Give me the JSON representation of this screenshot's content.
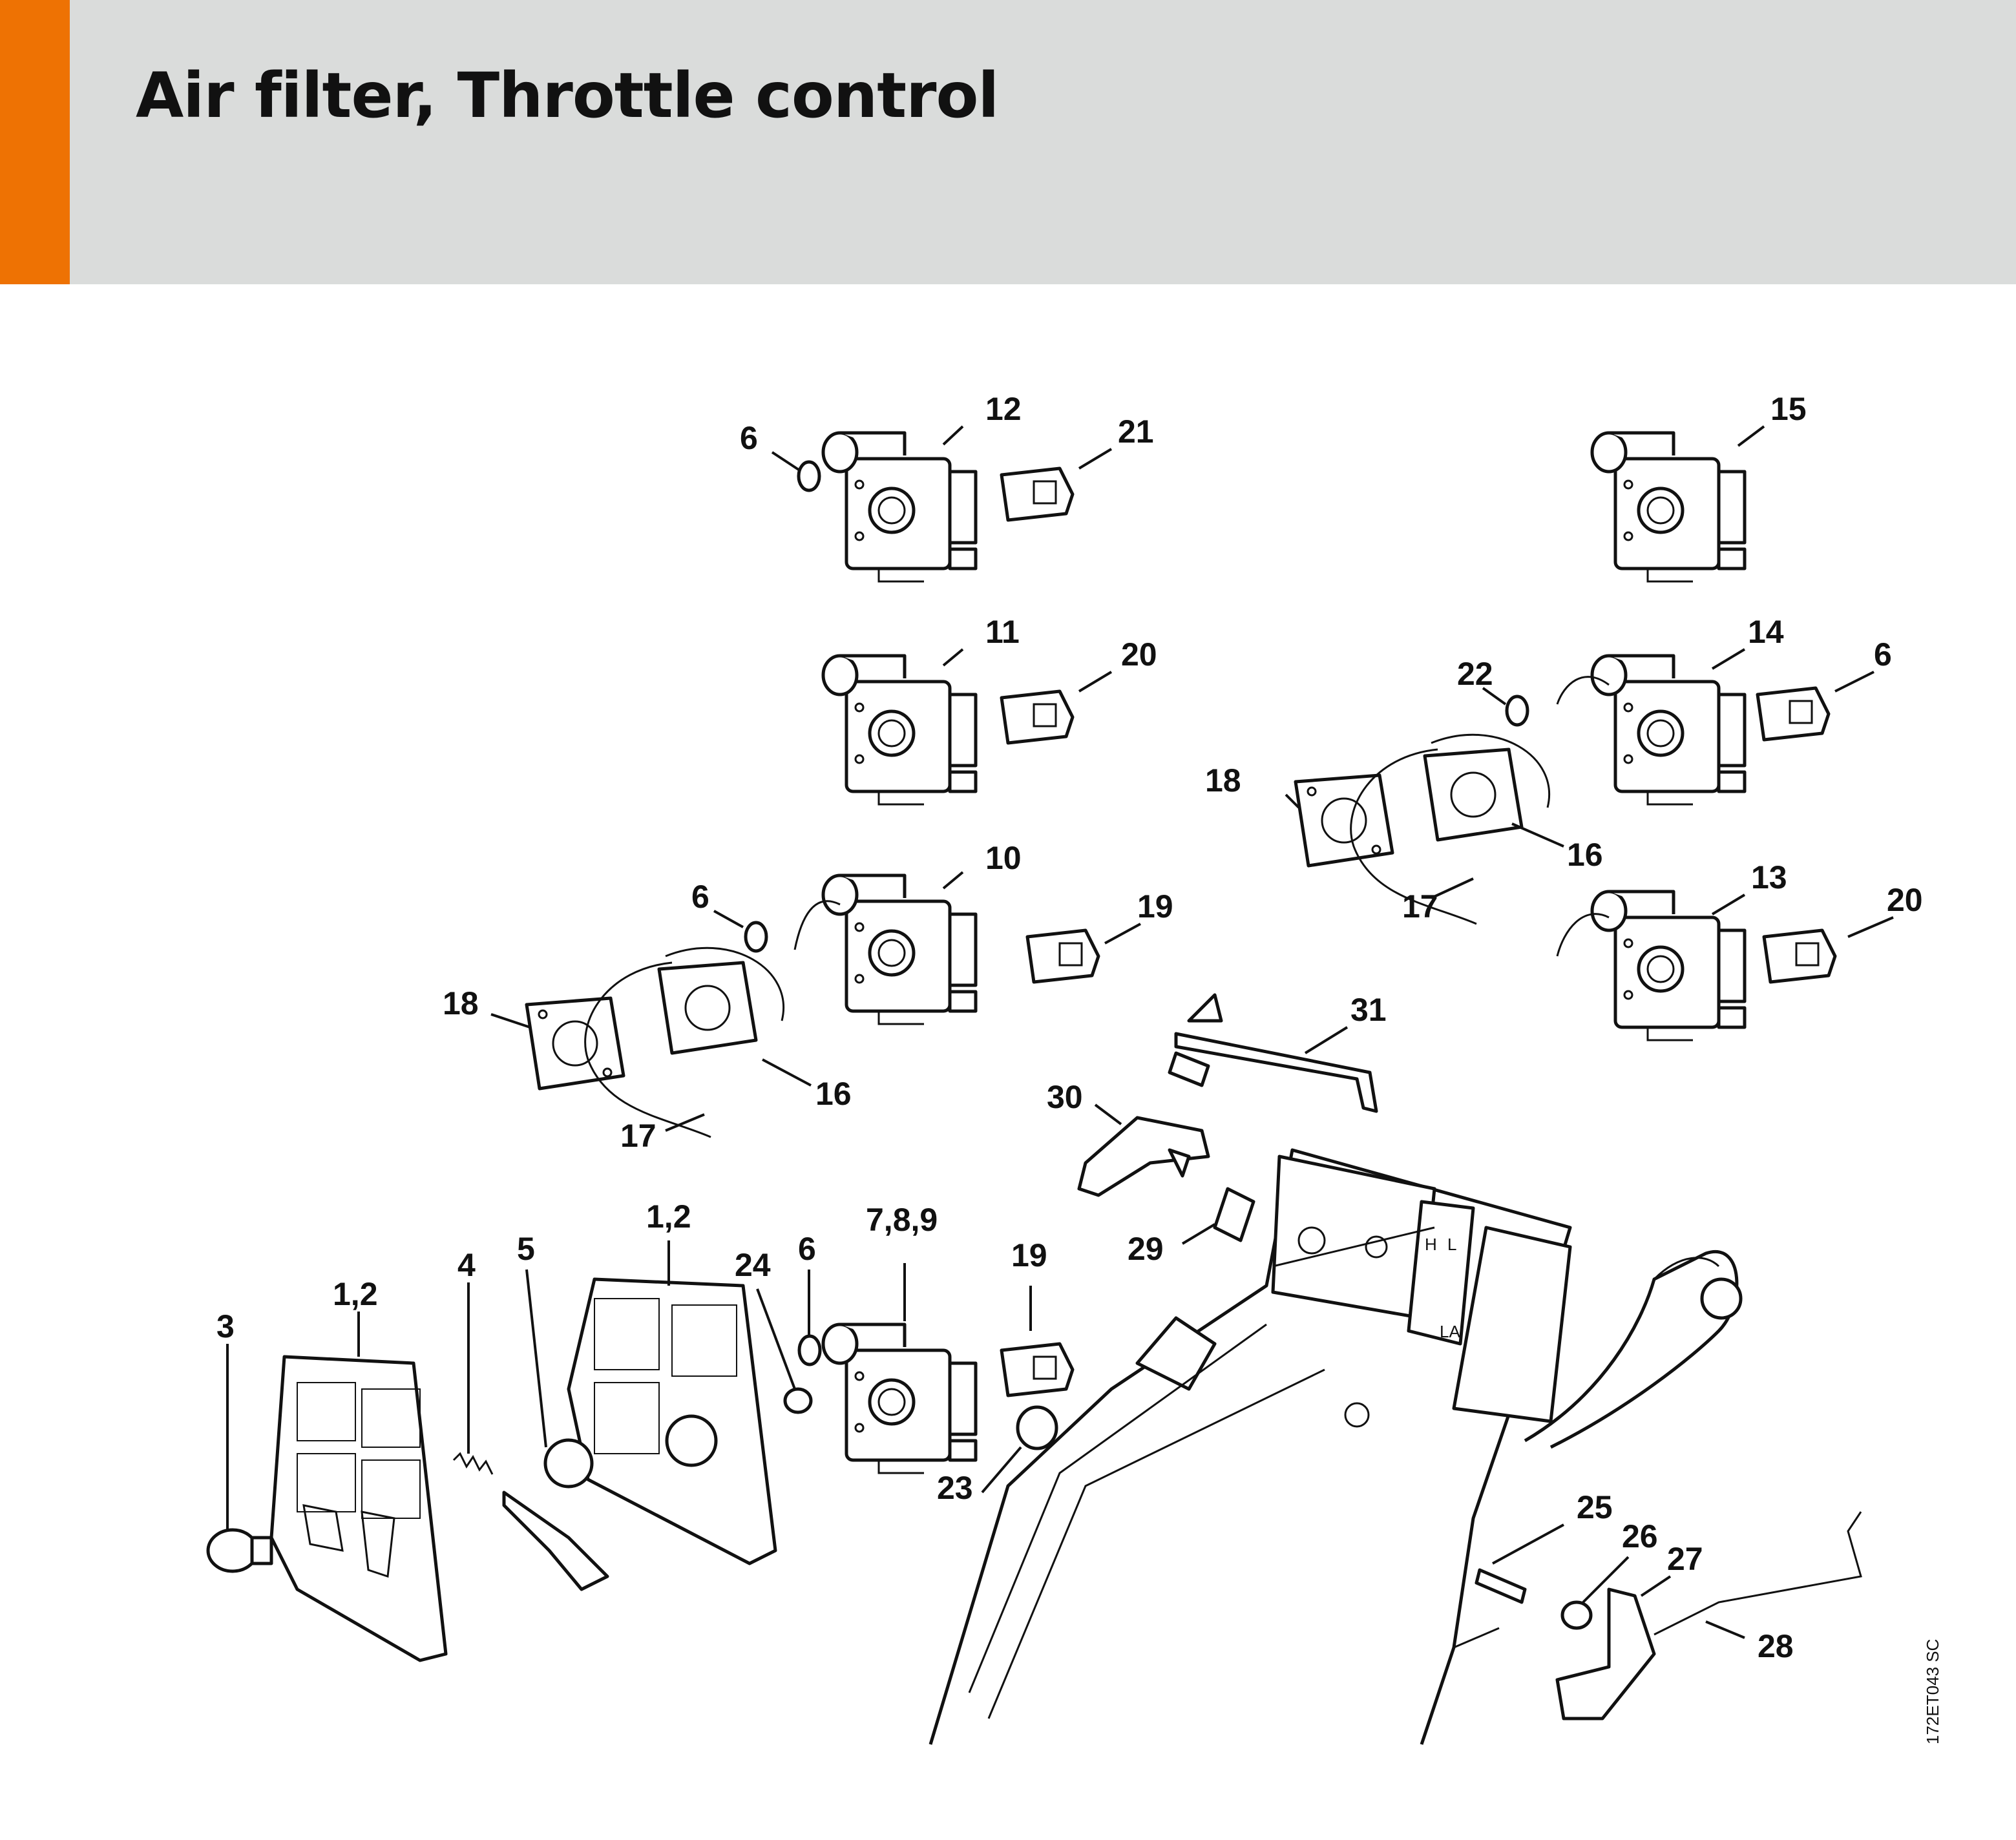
{
  "page": {
    "title": "Air filter, Throttle control",
    "accent_color": "#ee7203",
    "header_bg": "#dadcdb",
    "drawing_code": "172ET043 SC"
  },
  "callouts": [
    "12",
    "6",
    "21",
    "15",
    "11",
    "20",
    "14",
    "22",
    "6",
    "18",
    "16",
    "10",
    "6",
    "19",
    "17",
    "13",
    "20",
    "18",
    "16",
    "17",
    "31",
    "30",
    "1,2",
    "29",
    "4",
    "5",
    "24",
    "6",
    "7,8,9",
    "19",
    "1,2",
    "3",
    "23",
    "25",
    "26",
    "27",
    "28"
  ]
}
